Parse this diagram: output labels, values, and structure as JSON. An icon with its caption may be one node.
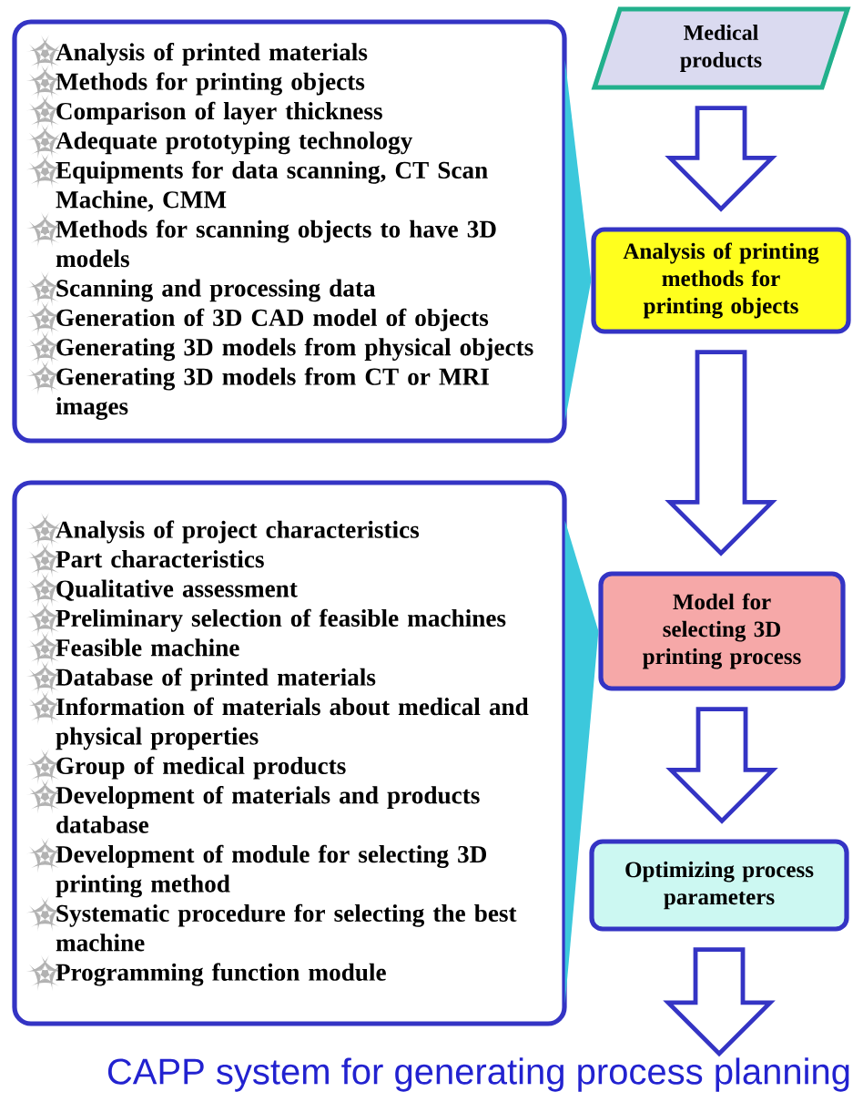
{
  "diagram": {
    "nodes": [
      {
        "text": [
          "Analysis of printed materials",
          "Methods for printing objects",
          "Comparison of layer thickness",
          "Adequate prototyping technology",
          "Equipments for data scanning, CT Scan Machine, CMM",
          "Methods for scanning objects to have 3D models",
          "Scanning and processing data",
          "Generation of 3D CAD model of objects",
          "Generating 3D models from physical objects",
          "Generating 3D models from CT or MRI images"
        ]
      },
      {
        "text": [
          "Medical products"
        ]
      },
      {
        "text": [
          "Analysis of printing methods for printing objects"
        ]
      },
      {
        "text": [
          "Analysis of project characteristics",
          "Part characteristics",
          "Qualitative assessment",
          "Preliminary selection of feasible machines",
          "Feasible machine",
          "Database of printed materials",
          "Information of materials about medical and physical properties",
          "Group of medical products",
          "Development of materials and products database",
          "Development of module for selecting 3D printing method",
          "Systematic procedure for selecting the best machine",
          "Programming function module"
        ]
      },
      {
        "text": [
          "Model for selecting 3D printing process"
        ]
      },
      {
        "text": [
          "Optimizing process parameters"
        ]
      },
      {
        "text": [
          "CAPP system for generating process planning"
        ]
      }
    ],
    "edges": [
      {
        "from": 1,
        "to": 2,
        "arrow": "to"
      },
      {
        "from": 2,
        "to": 4,
        "arrow": "to"
      },
      {
        "from": 4,
        "to": 5,
        "arrow": "to"
      },
      {
        "from": 5,
        "to": 6,
        "arrow": "to"
      },
      {
        "from": 2,
        "to": 0,
        "arrow": "none",
        "color": "#3cc8dc"
      },
      {
        "from": 4,
        "to": 3,
        "arrow": "none",
        "color": "#3cc8dc"
      }
    ]
  }
}
